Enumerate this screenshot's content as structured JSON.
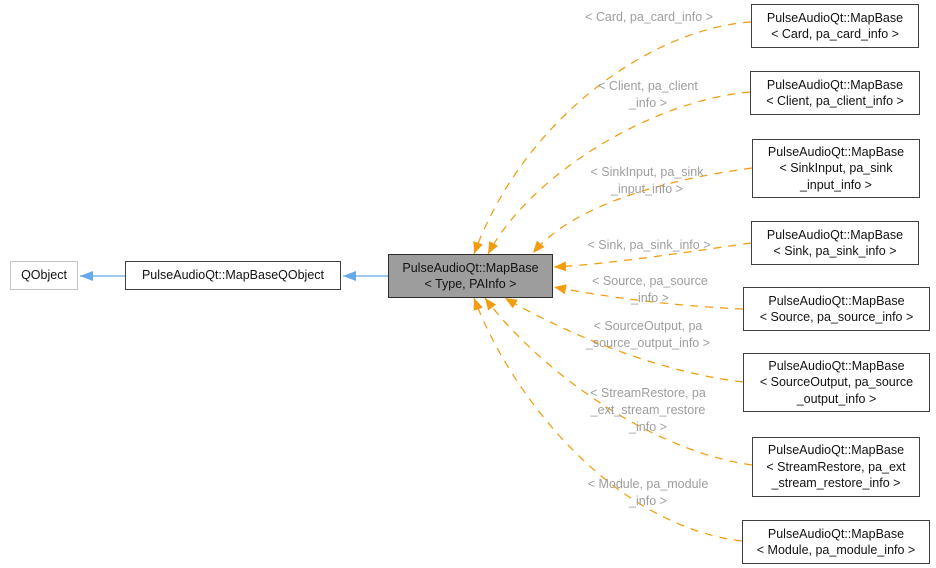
{
  "diagram": {
    "colors": {
      "blue": "#64aae8",
      "orange": "#f29c0f",
      "label_gray": "#9e9e9e",
      "current_fill": "#9d9d9d",
      "border_dark": "#3f3f3f",
      "border_light": "#c4c4c4"
    },
    "nodes": {
      "qobject": {
        "label": "QObject"
      },
      "mapbase_qobject": {
        "label": "PulseAudioQt::MapBaseQObject"
      },
      "mapbase": {
        "line1": "PulseAudioQt::MapBase",
        "line2": "< Type, PAInfo >"
      }
    },
    "instances": [
      {
        "name": "card",
        "node": [
          "PulseAudioQt::MapBase",
          "< Card, pa_card_info >"
        ],
        "label": [
          "< Card, pa_card_info >"
        ]
      },
      {
        "name": "client",
        "node": [
          "PulseAudioQt::MapBase",
          "< Client, pa_client_info >"
        ],
        "label": [
          "< Client, pa_client",
          "_info >"
        ]
      },
      {
        "name": "sink-input",
        "node": [
          "PulseAudioQt::MapBase",
          "< SinkInput, pa_sink",
          "_input_info >"
        ],
        "label": [
          "< SinkInput, pa_sink",
          "_input_info >"
        ]
      },
      {
        "name": "sink",
        "node": [
          "PulseAudioQt::MapBase",
          "< Sink, pa_sink_info >"
        ],
        "label": [
          "< Sink, pa_sink_info >"
        ]
      },
      {
        "name": "source",
        "node": [
          "PulseAudioQt::MapBase",
          "< Source, pa_source_info >"
        ],
        "label": [
          "< Source, pa_source",
          "_info >"
        ]
      },
      {
        "name": "source-output",
        "node": [
          "PulseAudioQt::MapBase",
          "< SourceOutput, pa_source",
          "_output_info >"
        ],
        "label": [
          "< SourceOutput, pa",
          "_source_output_info >"
        ]
      },
      {
        "name": "stream-restore",
        "node": [
          "PulseAudioQt::MapBase",
          "< StreamRestore, pa_ext",
          "_stream_restore_info >"
        ],
        "label": [
          "< StreamRestore, pa",
          "_ext_stream_restore",
          "_info >"
        ]
      },
      {
        "name": "module",
        "node": [
          "PulseAudioQt::MapBase",
          "< Module, pa_module_info >"
        ],
        "label": [
          "< Module, pa_module",
          "_info >"
        ]
      }
    ]
  }
}
